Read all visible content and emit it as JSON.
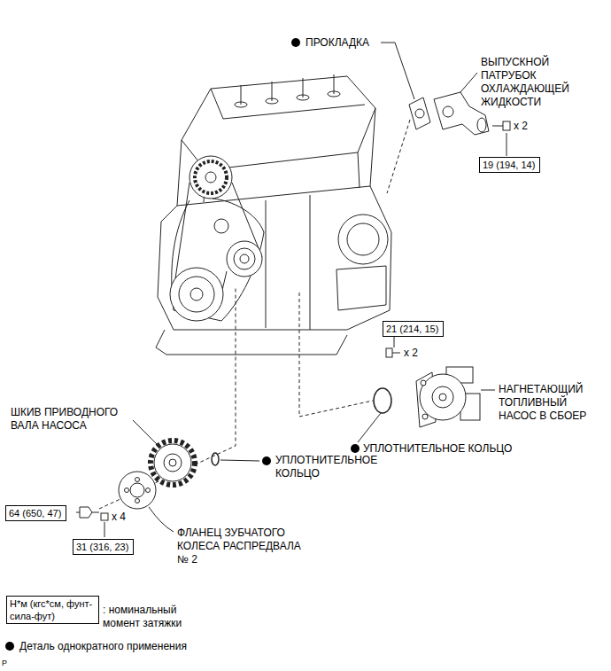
{
  "diagram": {
    "nodes": [
      {
        "text": [
          "19 (194, 14)"
        ]
      },
      {
        "text": [
          "21 (214, 15)"
        ]
      },
      {
        "text": [
          "64 (650, 47)"
        ]
      },
      {
        "text": [
          "31 (316, 23)"
        ]
      },
      {
        "text": [
          "Н*м (кгс*см, фунт-сила-фут)"
        ]
      }
    ],
    "labels": [
      "ПРОКЛАДКА",
      "ВЫПУСКНОЙ ПАТРУБОК ОХЛАЖДАЮЩЕЙ ЖИДКОСТИ",
      "x 2",
      "x 2",
      "НАГНЕТАЮЩИЙ ТОПЛИВНЫЙ НАСОС В СБОЕР",
      "ШКИВ ПРИВОДНОГО ВАЛА НАСОСА",
      "УПЛОТНИТЕЛЬНОЕ КОЛЬЦО",
      "УПЛОТНИТЕЛЬНОЕ КОЛЬЦО",
      "x 4",
      "ФЛАНЕЦ ЗУБЧАТОГО КОЛЕСА РАСПРЕДВАЛА № 2",
      "P"
    ],
    "legend": [
      {
        "text": ": номинальный момент затяжки"
      },
      {
        "text": "Деталь однократного применения"
      }
    ]
  }
}
